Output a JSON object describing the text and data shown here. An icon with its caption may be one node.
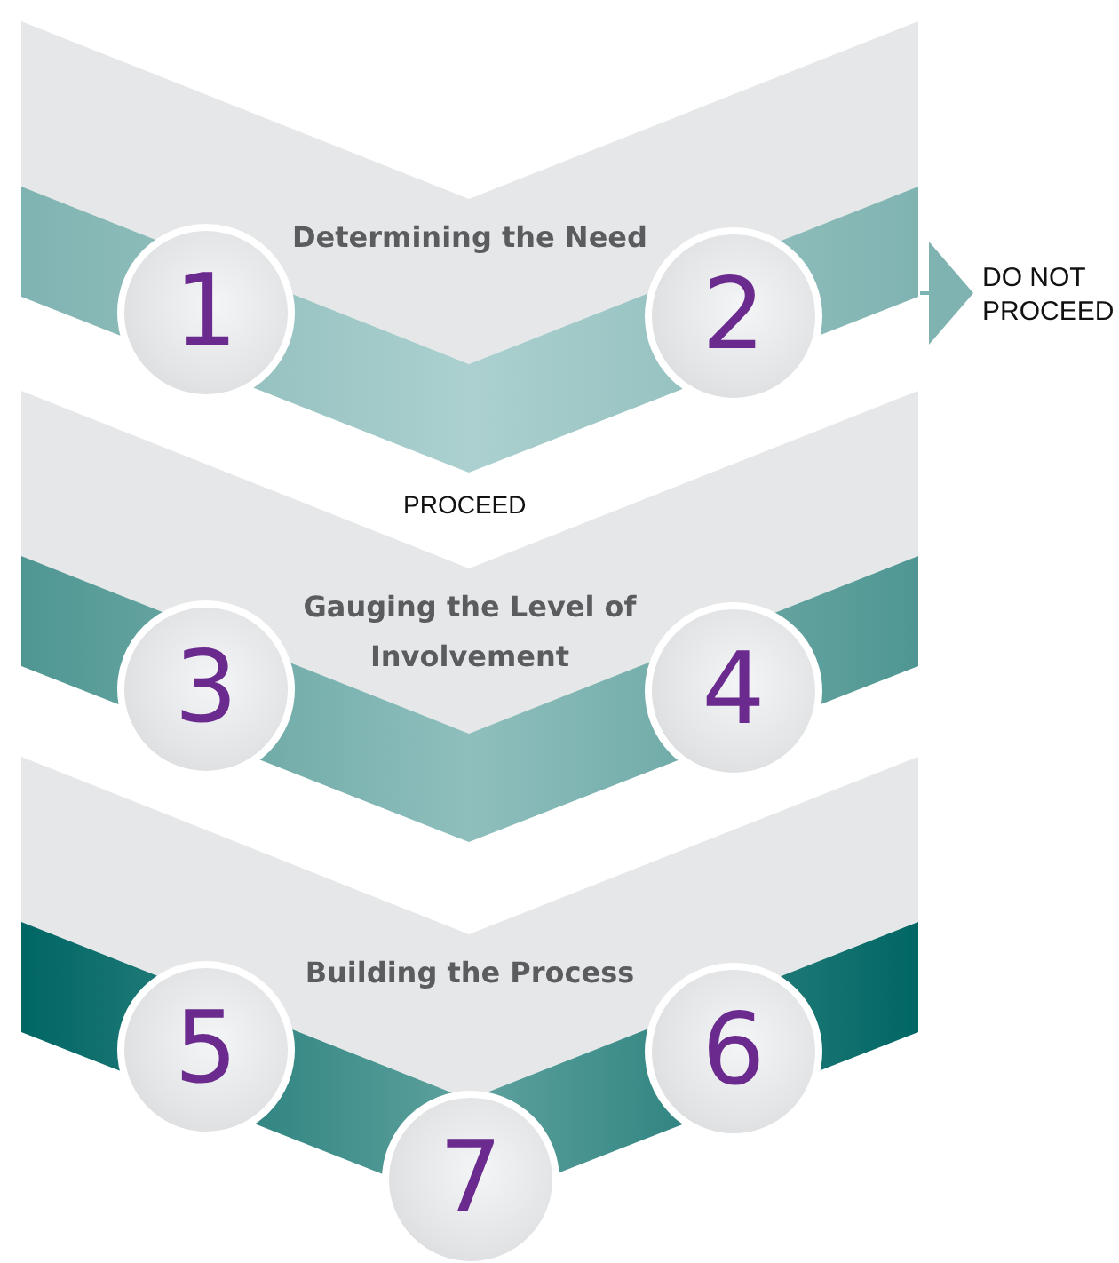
{
  "diagram": {
    "nodes": [
      {
        "text": [
          "Determining the Need"
        ]
      },
      {
        "text": [
          "1"
        ]
      },
      {
        "text": [
          "2"
        ]
      },
      {
        "text": [
          "DO NOT PROCEED"
        ]
      },
      {
        "text": [
          "Gauging the Level of Involvement"
        ]
      },
      {
        "text": [
          "3"
        ]
      },
      {
        "text": [
          "4"
        ]
      },
      {
        "text": [
          "Building the Process"
        ]
      },
      {
        "text": [
          "5"
        ]
      },
      {
        "text": [
          "6"
        ]
      },
      {
        "text": [
          "7"
        ]
      }
    ],
    "edges": [
      {
        "from": 0,
        "to": 3,
        "arrow": "to"
      }
    ],
    "labels": [
      "PROCEED"
    ]
  }
}
